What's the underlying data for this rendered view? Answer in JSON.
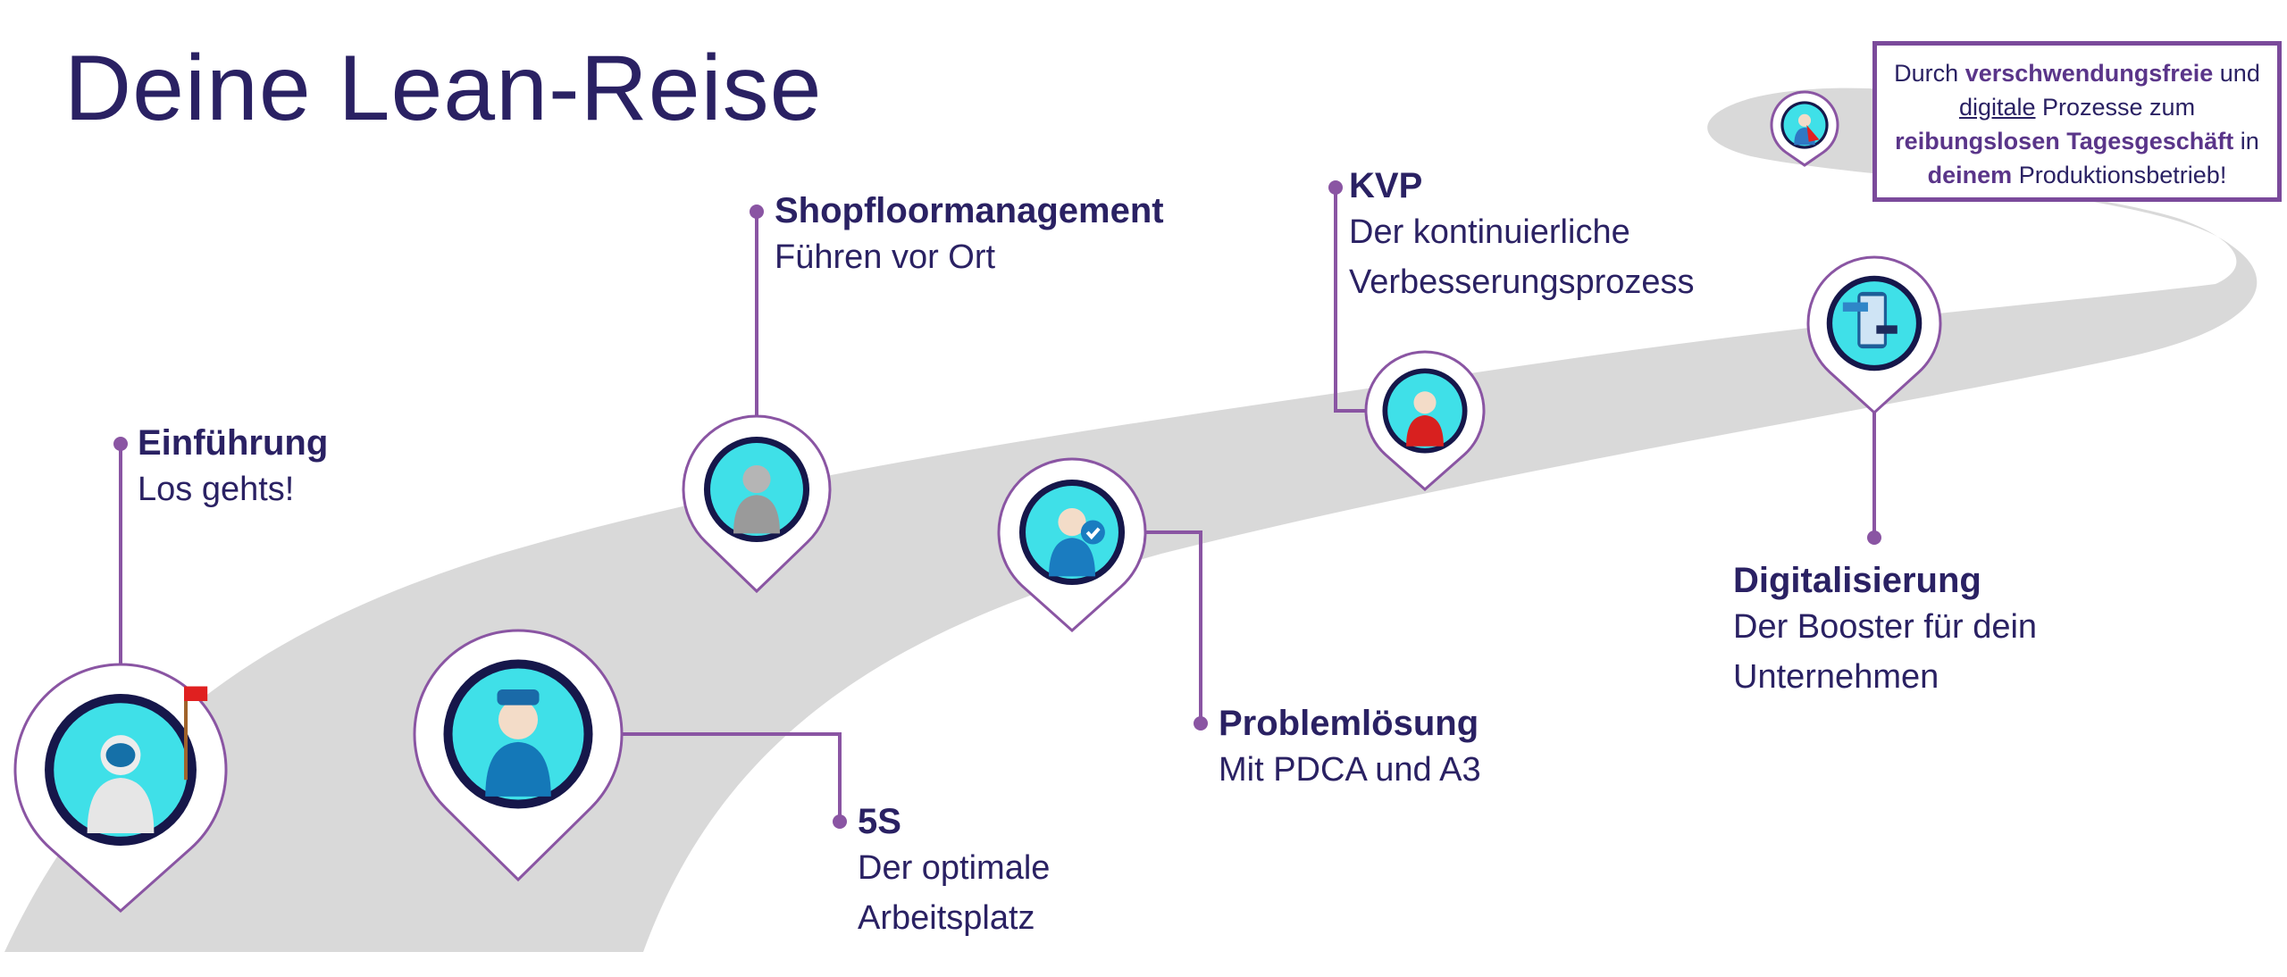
{
  "title": "Deine Lean-Reise",
  "callout": {
    "t1": "Durch ",
    "b1": "verschwendungsfreie",
    "t2": " und ",
    "u1": "digitale",
    "t3": " Prozesse zum ",
    "b2": "reibungslosen Tagesgeschäft",
    "t4": " in ",
    "b3": "deinem",
    "t5": " Produktionsbetrieb!"
  },
  "colors": {
    "text": "#2a2163",
    "accent": "#8a55a3",
    "road": "#d9d9d9",
    "badge_bg": "#3fe0e8",
    "badge_ring": "#16174a"
  },
  "stations": [
    {
      "id": "einfuehrung",
      "heading": "Einführung",
      "sub": [
        "Los gehts!"
      ],
      "icon": "astronaut-icon"
    },
    {
      "id": "5s",
      "heading": "5S",
      "sub": [
        "Der optimale",
        "Arbeitsplatz"
      ],
      "icon": "officer-icon"
    },
    {
      "id": "shopfloor",
      "heading": "Shopfloormanagement",
      "sub": [
        "Führen vor Ort"
      ],
      "icon": "wolf-icon"
    },
    {
      "id": "problemloesung",
      "heading": "Problemlösung",
      "sub": [
        "Mit PDCA und A3"
      ],
      "icon": "approved-badge-icon"
    },
    {
      "id": "kvp",
      "heading": "KVP",
      "sub": [
        "Der kontinuierliche",
        "Verbesserungsprozess"
      ],
      "icon": "heart-person-icon"
    },
    {
      "id": "digitalisierung",
      "heading": "Digitalisierung",
      "sub": [
        "Der Booster für dein",
        "Unternehmen"
      ],
      "icon": "smartphone-chat-icon"
    },
    {
      "id": "ziel",
      "heading": "",
      "sub": [],
      "icon": "superhero-icon"
    }
  ]
}
